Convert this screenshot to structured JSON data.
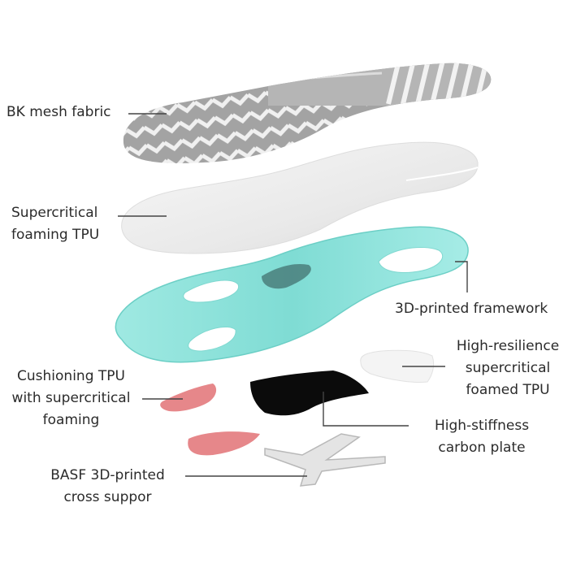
{
  "labels": {
    "mesh": [
      "BK mesh fabric"
    ],
    "foam": [
      "Supercritical",
      "foaming TPU"
    ],
    "framework": [
      "3D-printed framework"
    ],
    "resilience": [
      "High-resilience",
      "supercritical",
      "foamed TPU"
    ],
    "cushion": [
      "Cushioning TPU",
      "with supercritical",
      "foaming"
    ],
    "carbon": [
      "High-stiffness",
      "carbon plate"
    ],
    "cross": [
      "BASF 3D-printed",
      "cross suppor"
    ]
  },
  "colors": {
    "mesh_gray": "#9e9e9e",
    "mesh_stripe": "#ececec",
    "foam_white": "#f2f2f2",
    "framework_teal": "#8fe3dc",
    "cushion_pink": "#e6878a",
    "carbon_black": "#0b0b0b",
    "cross_gray": "#e4e4e4",
    "leader_line": "#444444",
    "text": "#2b2b2b"
  }
}
